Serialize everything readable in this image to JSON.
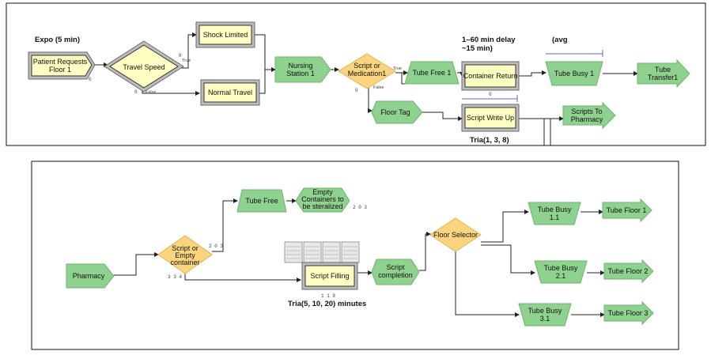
{
  "panel1": {
    "annotations": {
      "expo": "Expo (5 min)",
      "delay1": "1–60 min delay",
      "delay2": "~15 min)",
      "avg": "(avg",
      "tria1": "Tria(1, 3, 8)"
    },
    "nodes": {
      "patient_requests_l1": "Patient Requests",
      "patient_requests_l2": "Floor 1",
      "travel_speed": "Travel Speed",
      "shock_limited": "Shock Limited",
      "normal_travel": "Normal Travel",
      "nursing_station_l1": "Nursing",
      "nursing_station_l2": "Station 1",
      "script_med_l1": "Script or",
      "script_med_l2": "Medication1",
      "tube_free_1": "Tube Free 1",
      "container_return": "Container Return",
      "tube_busy_1": "Tube Busy 1",
      "tube_transfer_l1": "Tube",
      "tube_transfer_l2": "Transfer1",
      "floor_tag": "Floor Tag",
      "script_write_up": "Script Write Up",
      "scripts_to_pharmacy_l1": "Scripts To",
      "scripts_to_pharmacy_l2": "Pharmacy"
    },
    "small": {
      "true1": "True",
      "false1": "False",
      "true2": "True",
      "false2": "False",
      "zero_a": "0",
      "zero_b": "0",
      "zero_c": "0",
      "zero_d": "0",
      "zero_e": "0"
    }
  },
  "panel2": {
    "annotations": {
      "tria2": "Tria(5, 10, 20) minutes"
    },
    "nodes": {
      "pharmacy": "Pharmacy",
      "script_empty_l1": "Script or",
      "script_empty_l2": "Empty",
      "script_empty_l3": "container",
      "tube_free": "Tube Free",
      "empty_containers_l1": "Empty",
      "empty_containers_l2": "Containers to",
      "empty_containers_l3": "be steralized",
      "script_filling": "Script Filling",
      "script_completion_l1": "Script",
      "script_completion_l2": "completion",
      "floor_selector": "Floor Selector",
      "tube_busy_11_l1": "Tube Busy",
      "tube_busy_11_l2": "1.1",
      "tube_busy_21_l1": "Tube Busy",
      "tube_busy_21_l2": "2.1",
      "tube_busy_31_l1": "Tube Busy",
      "tube_busy_31_l2": "3.1",
      "tube_floor_1": "Tube Floor 1",
      "tube_floor_2": "Tube Floor 2",
      "tube_floor_3": "Tube Floor 3"
    },
    "counts": {
      "c203a": "2 0 3",
      "c203b": "2 0 3",
      "c334": "3 3 4",
      "c119": "1 1 9"
    }
  },
  "colors": {
    "module_green": "#8fd18f",
    "decide_orange": "#fbd480",
    "process_yellow": "#ffffc4"
  }
}
